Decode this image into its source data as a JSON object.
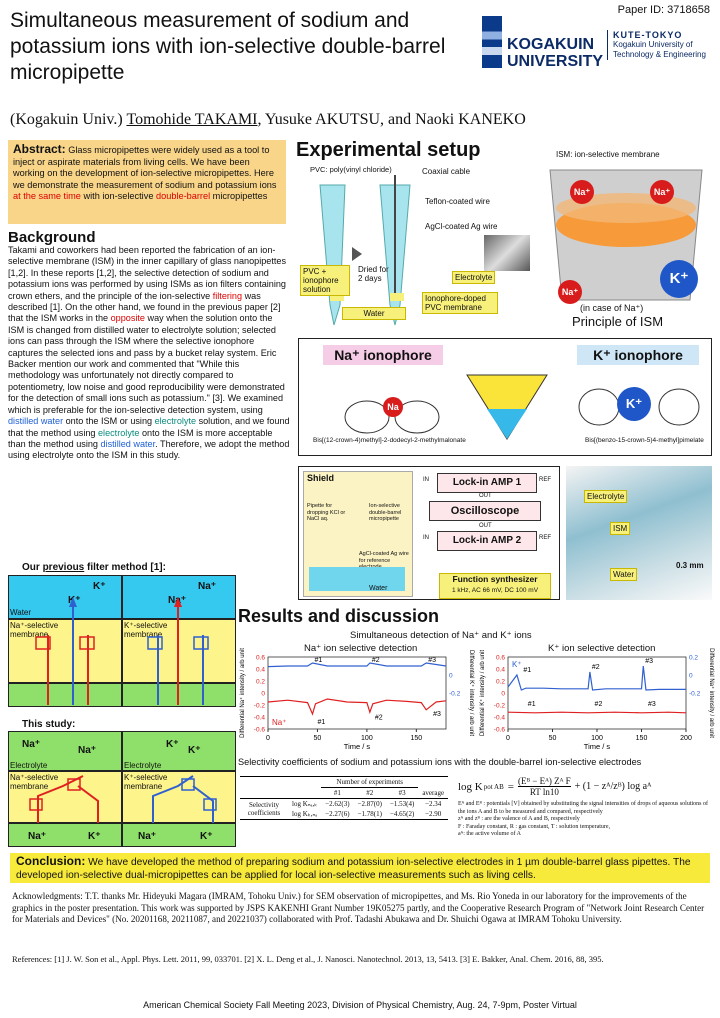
{
  "title": "Simultaneous measurement of sodium and potassium ions with ion-selective double-barrel micropipette",
  "paper_id": "Paper ID: 3718658",
  "logo": {
    "main1": "KOGAKUIN",
    "main2": "UNIVERSITY",
    "sub1": "KUTE-TOKYO",
    "sub2": "Kogakuin University of",
    "sub3": "Technology & Engineering"
  },
  "authors": {
    "affil": "(Kogakuin Univ.)",
    "a1": "Tomohide TAKAMI",
    "rest": ", Yusuke AKUTSU, and Naoki KANEKO"
  },
  "abstract": {
    "label": "Abstract:",
    "t1": " Glass micropipettes were widely used as a tool to inject or aspirate materials from living cells. We have been working on the development of ion-selective micropipettes. Here we demonstrate the measurement of sodium and potassium ions ",
    "t2": "at the same time",
    "t3": " with ion-selective ",
    "t4": "double-barrel",
    "t5": " micropipettes"
  },
  "background": {
    "heading": "Background",
    "p1": "Takami and coworkers had been reported the fabrication of an ion-selective membrane (ISM) in the inner capillary of glass nanopipettes [1,2]. In these reports [1,2], the selective detection of sodium and potassium ions was performed by using ISMs as ion filters containing crown ethers, and the principle of the ion-selective ",
    "p1r": "filtering",
    "p2": " was described [1]. On the other hand, we found in the previous paper [2] that the ISM works in the ",
    "p2r": "opposite",
    "p3": " way when the solution onto the ISM is changed from distilled water to electrolyte solution; selected ions can pass through the ISM where the selective ionophore captures the selected ions and pass by a bucket relay system.  Eric Backer mention our work and commented that \"While this methodology was unfortunately not directly compared to potentiometry, low noise and good reproducibility were demonstrated for the detection of small ions such as potassium.\" [3].  We examined which is preferable for the ion-selective detection system, using ",
    "p3b": "distilled water",
    "p4": " onto the ISM or using ",
    "p4t": "electrolyte",
    "p5": " solution, and we found that the method using ",
    "p5t": "electrolyte",
    "p6": " onto the ISM is more acceptable than the method using ",
    "p6b": "distilled water",
    "p7": ". Therefore, we adopt the method using electrolyte onto the ISM in this study."
  },
  "filter_panel": {
    "prev_a": "Our ",
    "prev_u": "previous",
    "prev_b": " filter method [1]:",
    "water": "Water",
    "na_membrane": "Na⁺-selective membrane",
    "k_membrane": "K⁺-selective membrane",
    "this_study": "This study:",
    "electrolyte": "Electrolyte",
    "na": "Na⁺",
    "k": "K⁺"
  },
  "setup": {
    "heading": "Experimental setup",
    "pvc": "PVC: poly(vinyl chloride)",
    "coax": "Coaxial cable",
    "teflon": "Teflon-coated wire",
    "agcl": "AgCl-coated Ag wire",
    "pvc_sol": "PVC + ionophore solution",
    "dried": "Dried for 2 days",
    "electrolyte": "Electrolyte",
    "water": "Water",
    "iono_pvc": "Ionophore-doped PVC membrane",
    "ism_label": "ISM: ion-selective membrane",
    "case": "(in case of Na⁺)",
    "principle": "Principle of ISM",
    "na_iono": "Na⁺ ionophore",
    "k_iono": "K⁺ ionophore",
    "na_name": "Bis[(12-crown-4)methyl]-2-dodecyl-2-methylmalonate",
    "k_name": "Bis[(benzo-15-crown-5)4-methyl]pimelate",
    "na_ion": "Na",
    "k_ion": "K⁺",
    "shield": "Shield",
    "pipette_drop": "Pipette for dropping KCl or NaCl aq.",
    "isdbm": "Ion-selective double-barrel micropipette",
    "agcl_ref": "AgCl-coated Ag wire for reference electrode",
    "water2": "Water",
    "lockin1": "Lock-in AMP 1",
    "lockin2": "Lock-in AMP 2",
    "osc": "Oscilloscope",
    "in": "IN",
    "out": "OUT",
    "ref": "REF",
    "funcgen": "Function synthesizer",
    "funcgen_sub": "1 kHz, AC 66 mV, DC 100 mV",
    "electrolyte2": "Electrolyte",
    "ism": "ISM",
    "water3": "Water",
    "scale": "0.3 mm"
  },
  "results": {
    "heading": "Results and discussion",
    "sim": "Simultaneous detection of Na⁺ and K⁺ ions",
    "sel_title": "Selectivity coefficients of sodium and potassium ions with the double-barrel ion-selective electrodes"
  },
  "chart_data": [
    {
      "type": "line",
      "title": "Na⁺ ion selective detection",
      "xlabel": "Time / s",
      "ylabel_left": "Differential Na⁺ intensity / arb unit",
      "ylabel_right": "Differential K⁺ intensity / arb unit",
      "xlim": [
        0,
        180
      ],
      "ylim_left": [
        -0.6,
        0.6
      ],
      "ylim_right": [
        -0.6,
        0.2
      ],
      "xticks": [
        0,
        50,
        100,
        150
      ],
      "yticks_left": [
        0.6,
        0.4,
        0.2,
        0,
        -0.2,
        -0.4,
        -0.6
      ],
      "yticks_right": [
        0,
        -0.2
      ],
      "corner_label": "Na⁺",
      "series": [
        {
          "color": "#e02020",
          "x": [
            0,
            20,
            40,
            45,
            48,
            60,
            80,
            100,
            103,
            106,
            120,
            140,
            155,
            160,
            170,
            180
          ],
          "y": [
            -0.15,
            -0.12,
            -0.16,
            -0.35,
            -0.18,
            -0.1,
            -0.15,
            -0.16,
            -0.32,
            -0.18,
            -0.12,
            -0.14,
            -0.16,
            -0.28,
            -0.15,
            -0.13
          ]
        },
        {
          "color": "#3060d0",
          "x": [
            0,
            20,
            40,
            45,
            60,
            80,
            100,
            103,
            120,
            140,
            155,
            160,
            180
          ],
          "y": [
            0.44,
            0.45,
            0.45,
            0.5,
            0.45,
            0.45,
            0.45,
            0.5,
            0.45,
            0.45,
            0.45,
            0.5,
            0.45
          ]
        }
      ],
      "markers": [
        {
          "label": "#1",
          "x": 45,
          "y": 0.52
        },
        {
          "label": "#2",
          "x": 103,
          "y": 0.52
        },
        {
          "label": "#3",
          "x": 160,
          "y": 0.52
        },
        {
          "label": "#1",
          "x": 48,
          "y": -0.52
        },
        {
          "label": "#2",
          "x": 106,
          "y": -0.44
        },
        {
          "label": "#3",
          "x": 165,
          "y": -0.38
        }
      ]
    },
    {
      "type": "line",
      "title": "K⁺ ion selective detection",
      "xlabel": "Time / s",
      "ylabel_left": "Differential K⁺ intensity / arb unit",
      "ylabel_right": "Differential Na⁺ intensity / arb unit",
      "xlim": [
        0,
        200
      ],
      "ylim_left": [
        -0.6,
        0.6
      ],
      "ylim_right": [
        -0.6,
        0.2
      ],
      "xticks": [
        0,
        50,
        100,
        150,
        200
      ],
      "yticks_left": [
        0.6,
        0.4,
        0.2,
        0,
        -0.2,
        -0.4,
        -0.6
      ],
      "yticks_right": [
        0.2,
        0,
        -0.2
      ],
      "corner_label": "K⁺",
      "series": [
        {
          "color": "#3060d0",
          "x": [
            0,
            10,
            15,
            20,
            40,
            60,
            80,
            90,
            92,
            95,
            110,
            130,
            150,
            152,
            155,
            170,
            200
          ],
          "y": [
            0.1,
            0.3,
            0.05,
            0.08,
            0.08,
            0.07,
            0.07,
            0.07,
            0.35,
            0.05,
            0.07,
            0.07,
            0.07,
            0.45,
            0.05,
            0.06,
            0.06
          ]
        },
        {
          "color": "#e02020",
          "x": [
            0,
            30,
            60,
            90,
            120,
            150,
            180,
            200
          ],
          "y": [
            -0.32,
            -0.33,
            -0.32,
            -0.33,
            -0.32,
            -0.33,
            -0.32,
            -0.33
          ]
        }
      ],
      "markers": [
        {
          "label": "#1",
          "x": 15,
          "y": 0.35
        },
        {
          "label": "#2",
          "x": 92,
          "y": 0.4
        },
        {
          "label": "#3",
          "x": 152,
          "y": 0.5
        },
        {
          "label": "#1",
          "x": 20,
          "y": -0.22
        },
        {
          "label": "#2",
          "x": 95,
          "y": -0.22
        },
        {
          "label": "#3",
          "x": 155,
          "y": -0.22
        }
      ]
    }
  ],
  "table": {
    "hdr": "Number of experiments",
    "cols": [
      "#1",
      "#2",
      "#3",
      "average"
    ],
    "rowhead": "Selectivity coefficients",
    "r1label": "log Kₙₐ,ₖ",
    "r1": [
      "−2.62(3)",
      "−2.87(0)",
      "−1.53(4)",
      "−2.34"
    ],
    "r2label": "log Kₖ,ₙₐ",
    "r2": [
      "−2.27(6)",
      "−1.78(1)",
      "−4.65(2)",
      "−2.90"
    ]
  },
  "equation": {
    "lhs": "log K",
    "frac_num": "(Eᴮ − Eᴬ) Zᴬ F",
    "frac_den": "RT ln10",
    "rest": "+ (1 − zᴬ/zᴮ) log aᴬ",
    "notes1": "Eᴬ and Eᴮ : potentials [V] obtained by substituting the signal intensities of drops of aqueous solutions of the ions A and B to be measured and compared, respectively",
    "notes2": "zᴬ and zᴮ : are the valence of A and B, respectively",
    "notes3": "F : Faraday constant, R : gas constant, T : solution temperature,",
    "notes4": "aᴬ: the active volume of A"
  },
  "conclusion": {
    "label": "Conclusion:",
    "text": " We have developed the method of preparing sodium and potassium ion-selective electrodes in 1 µm double-barrel glass pipettes. The developed ion-selective dual-micropipettes can be applied for local ion-selective measurements such as living cells."
  },
  "ack": "Acknowledgments: T.T. thanks Mr. Hideyuki Magara (IMRAM, Tohoku Univ.) for SEM observation of micropipettes, and Ms. Rio Yoneda in our laboratory for the improvements of the graphics in the poster presentation. This work was supported by JSPS KAKENHI Grant Number 19K05275 partly, and the Cooperative Research Program of \"Network Joint Research Center for Materials and Devices\" (No. 20201168, 20211087, and 20221037) collaborated with Prof. Tadashi Abukawa and Dr. Shuichi Ogawa at IMRAM Tohoku University.",
  "refs": "References: [1] J. W. Son et al., Appl. Phys. Lett. 2011, 99, 033701. [2] X. L. Deng et al., J. Nanosci. Nanotechnol. 2013, 13, 5413. [3] E. Bakker, Anal. Chem. 2016, 88, 395.",
  "footer": "American Chemical Society Fall Meeting 2023, Division of Physical Chemistry, Aug. 24, 7-9pm, Poster Virtual",
  "colors": {
    "abstract_bg": "#f9d589",
    "conclusion_bg": "#f8ea3a",
    "na_red": "#e02020",
    "k_blue": "#3060d0",
    "brand": "#0b2a66"
  }
}
